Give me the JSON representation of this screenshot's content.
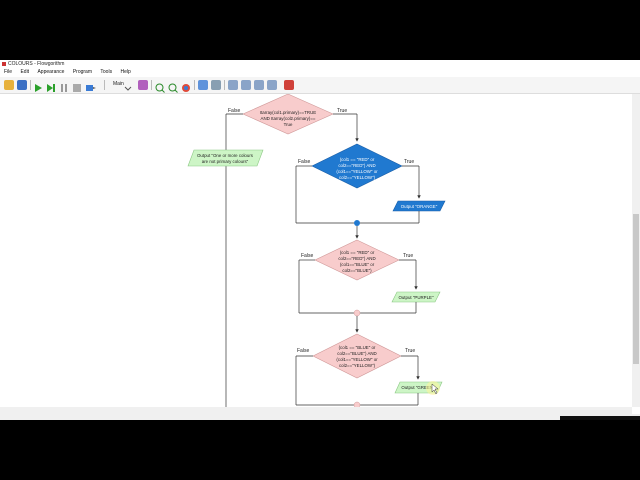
{
  "window": {
    "title": "COLOURS - Flowgorithm"
  },
  "menu": [
    "File",
    "Edit",
    "Appearance",
    "Program",
    "Tools",
    "Help"
  ],
  "toolbar": {
    "function_selector": "Main"
  },
  "colors": {
    "decision_pink": "#f8cccc",
    "decision_active": "#2079d0",
    "output_green": "#cdf5c6",
    "output_active": "#2079d0",
    "line": "#333333"
  },
  "flowchart": {
    "decision1": {
      "line1": "Itarray(col1.primary)==TRUE",
      "line2": "AND Itarray(col2.primary)==",
      "line3": "True",
      "false_label": "False",
      "true_label": "True"
    },
    "output_not_primary": {
      "line1": "Output \"One or more colours",
      "line2": "are not primary colours\""
    },
    "decision2": {
      "line1": "(col1 == \"RED\" or",
      "line2": "col2==\"RED\") AND",
      "line3": "(col1==\"YELLOW\" or",
      "line4": "col2==\"YELLOW\")",
      "false_label": "False",
      "true_label": "True"
    },
    "output_orange": {
      "text": "Output \"ORANGE\""
    },
    "decision3": {
      "line1": "(col1 == \"RED\" or",
      "line2": "col2==\"RED\") AND",
      "line3": "(col1==\"BLUE\" or",
      "line4": "col2==\"BLUE\")",
      "false_label": "False",
      "true_label": "True"
    },
    "output_purple": {
      "text": "Output \"PURPLE\""
    },
    "decision4": {
      "line1": "(col1 == \"BLUE\" or",
      "line2": "col2==\"BLUE\") AND",
      "line3": "(col1==\"YELLOW\" or",
      "line4": "col2==\"YELLOW\")",
      "false_label": "False",
      "true_label": "True"
    },
    "output_green": {
      "text": "Output \"GREEN\""
    }
  }
}
